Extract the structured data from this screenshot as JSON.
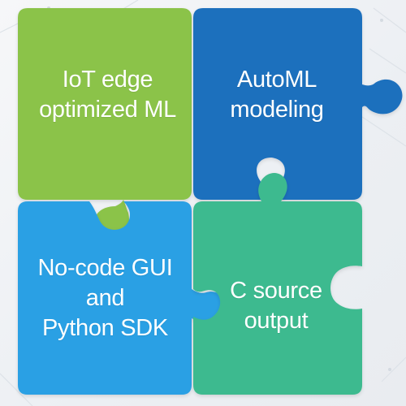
{
  "pieces": [
    {
      "id": "iot-edge",
      "lines": [
        "IoT edge",
        "optimized ML"
      ],
      "color": "#8bc34a"
    },
    {
      "id": "automl",
      "lines": [
        "AutoML",
        "modeling"
      ],
      "color": "#1d6fbd"
    },
    {
      "id": "no-code",
      "lines": [
        "No-code GUI",
        "and",
        "Python SDK"
      ],
      "color": "#2ba0e4"
    },
    {
      "id": "c-source",
      "lines": [
        "C source",
        "output"
      ],
      "color": "#3dba8f"
    }
  ],
  "colors": {
    "background": "#eef0f3",
    "network_lines": "#dde2e8"
  }
}
